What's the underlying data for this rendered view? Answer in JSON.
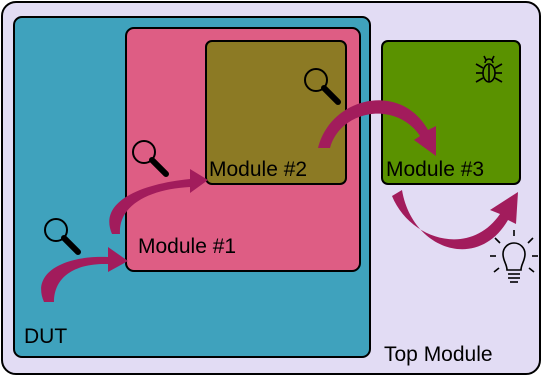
{
  "top_module": {
    "label": "Top Module",
    "fill": "#e2dcf4"
  },
  "dut": {
    "label": "DUT",
    "fill": "#3fa2bd"
  },
  "module1": {
    "label": "Module #1",
    "fill": "#de5d84"
  },
  "module2": {
    "label": "Module #2",
    "fill": "#8c7a24"
  },
  "module3": {
    "label": "Module #3",
    "fill": "#5a9200"
  },
  "arrow_color": "#a21c5c",
  "icons": {
    "magnifier": "magnifier-icon",
    "bug": "bug-icon",
    "lightbulb": "lightbulb-icon"
  }
}
